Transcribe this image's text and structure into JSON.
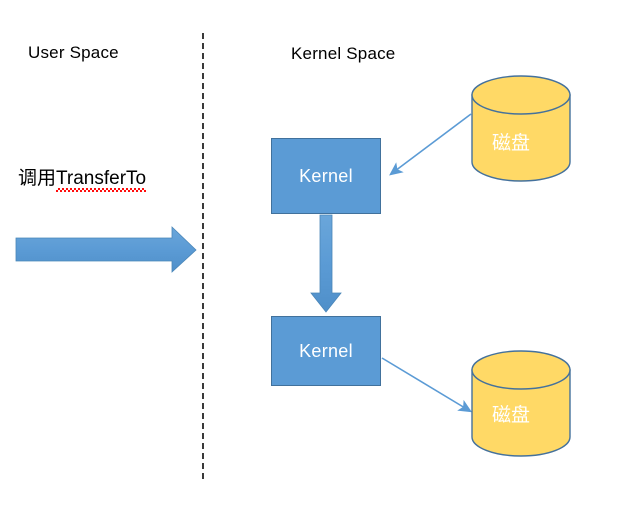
{
  "diagram": {
    "title_user_space": "User Space",
    "title_kernel_space": "Kernel Space",
    "call_label_cn": "调用",
    "call_label_api": "TransferTo",
    "kernel_box_top_label": "Kernel",
    "kernel_box_bottom_label": "Kernel",
    "disk_top_label": "磁盘",
    "disk_bottom_label": "磁盘",
    "colors": {
      "blue_fill": "#5B9BD5",
      "blue_stroke": "#41719C",
      "disk_fill": "#FFD966",
      "disk_stroke": "#44719C",
      "connector": "#5B9BD5",
      "divider": "#3a3a3a",
      "text_dark": "#000000",
      "text_light": "#ffffff",
      "spellcheck_underline": "#ff0000"
    },
    "connectors": [
      {
        "name": "transferto-call-arrow",
        "from": "user-space",
        "to": "kernel-boundary",
        "direction": "right"
      },
      {
        "name": "disk-to-kernel-arrow",
        "from": "disk-top",
        "to": "kernel-box-top",
        "direction": "left-down"
      },
      {
        "name": "kernel-to-kernel-arrow",
        "from": "kernel-box-top",
        "to": "kernel-box-bottom",
        "direction": "down"
      },
      {
        "name": "kernel-to-disk-arrow",
        "from": "kernel-box-bottom",
        "to": "disk-bottom",
        "direction": "right-down"
      }
    ]
  }
}
